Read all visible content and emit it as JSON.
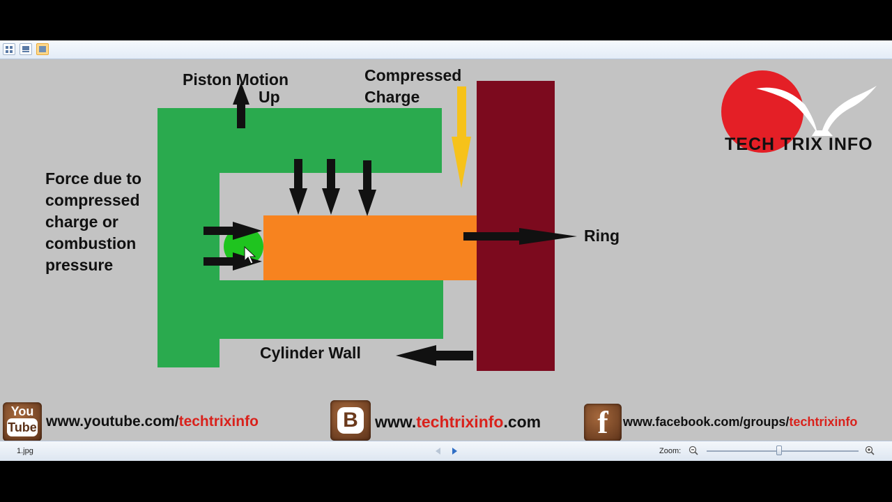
{
  "diagram": {
    "label_piston_motion": [
      "Piston Motion",
      "Up"
    ],
    "label_compressed_charge": [
      "Compressed",
      "Charge"
    ],
    "label_force": [
      "Force due to",
      "compressed",
      "charge or",
      "combustion",
      "pressure"
    ],
    "label_ring": "Ring",
    "label_cylinder_wall": "Cylinder Wall"
  },
  "logo": {
    "text": "TECH TRIX INFO"
  },
  "links": {
    "youtube": {
      "icon_text": [
        "You",
        "Tube"
      ],
      "prefix": "www.youtube.com/",
      "highlight": "techtrixinfo"
    },
    "blog": {
      "icon_text": "B",
      "prefix": "www.",
      "highlight": "techtrixinfo",
      "suffix": ".com"
    },
    "facebook": {
      "icon_text": "f",
      "prefix": "www.facebook.com/groups/",
      "highlight": "techtrixinfo"
    }
  },
  "statusbar": {
    "filename": "1.jpg",
    "zoom_label": "Zoom:"
  },
  "colors": {
    "piston": "#2aaa4e",
    "ring": "#f7831f",
    "cylinder_wall": "#7c0a1e",
    "charge_arrow": "#f6c21a",
    "accent_red": "#d9221c"
  },
  "icons": [
    "view-thumbnails-icon",
    "view-filmstrip-icon",
    "view-single-image-icon",
    "previous-icon",
    "next-icon",
    "zoom-out-icon",
    "zoom-in-icon",
    "cursor-icon"
  ]
}
